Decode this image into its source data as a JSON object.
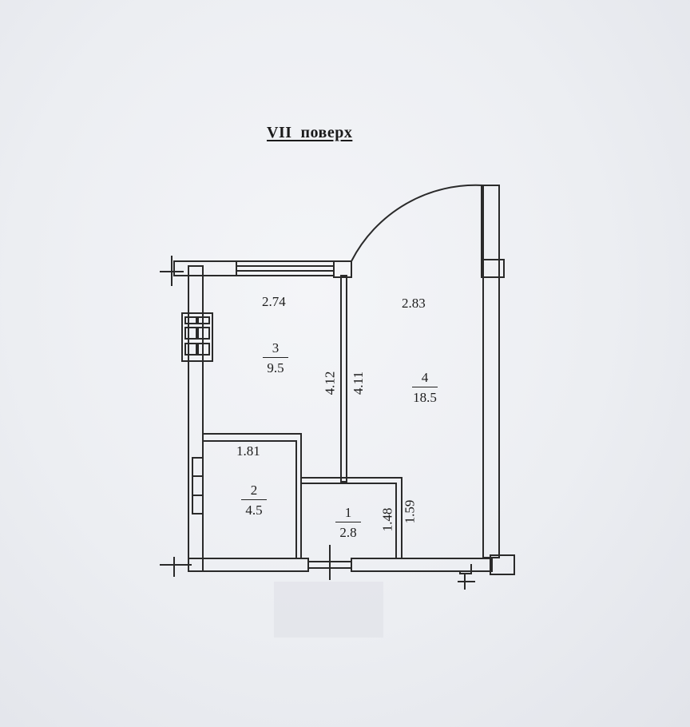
{
  "plan": {
    "title": "VII  поверх",
    "rooms": [
      {
        "number": "1",
        "area": "2.8"
      },
      {
        "number": "2",
        "area": "4.5"
      },
      {
        "number": "3",
        "area": "9.5"
      },
      {
        "number": "4",
        "area": "18.5"
      }
    ],
    "dimensions": {
      "room3_width": "2.74",
      "room4_width": "2.83",
      "partition_left_length": "4.12",
      "partition_right_length": "4.11",
      "room2_width": "1.81",
      "room1_depth_left": "1.48",
      "room1_depth_right": "1.59"
    },
    "colors": {
      "line": "#2a2a2a",
      "paper": "#eceef2"
    }
  }
}
